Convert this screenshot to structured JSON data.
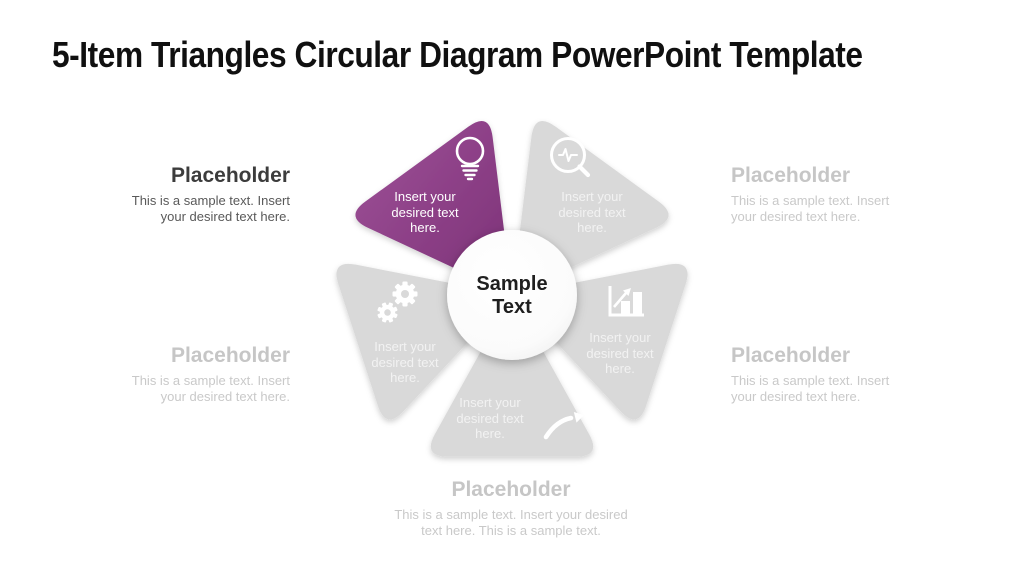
{
  "slide": {
    "title": "5-Item Triangles Circular Diagram PowerPoint Template",
    "background_color": "#ffffff"
  },
  "colors": {
    "accent_purple": "#8a3d85",
    "petal_gray": "#d9d9d9",
    "circle_fill": "#fcfcfc",
    "title_text": "#101010",
    "heading_dark": "#3c3c3c",
    "body_dark": "#595959",
    "muted_text": "#c6c6c6",
    "petal_label_text": "#ffffff"
  },
  "diagram": {
    "center_label": "Sample\nText",
    "petals": [
      {
        "position": "top-left",
        "color": "#8a3d85",
        "icon": "lightbulb-icon",
        "label": "Insert your\ndesired text\nhere."
      },
      {
        "position": "top-right",
        "color": "#d9d9d9",
        "icon": "search-pulse-icon",
        "label": "Insert your\ndesired text\nhere."
      },
      {
        "position": "bottom-right",
        "color": "#d9d9d9",
        "icon": "growth-chart-icon",
        "label": "Insert your\ndesired text\nhere."
      },
      {
        "position": "bottom",
        "color": "#d9d9d9",
        "icon": "curved-arrow-icon",
        "label": "Insert your\ndesired text\nhere."
      },
      {
        "position": "bottom-left",
        "color": "#d9d9d9",
        "icon": "gears-icon",
        "label": "Insert your\ndesired text\nhere."
      }
    ]
  },
  "placeholders": [
    {
      "position": "left-top",
      "style": "dark",
      "title": "Placeholder",
      "body": "This is a sample text. Insert\nyour desired text here."
    },
    {
      "position": "right-top",
      "style": "muted",
      "title": "Placeholder",
      "body": "This is a sample text. Insert\nyour desired text here."
    },
    {
      "position": "left-bottom",
      "style": "muted",
      "title": "Placeholder",
      "body": "This is a sample text. Insert\nyour desired text here."
    },
    {
      "position": "right-bottom",
      "style": "muted",
      "title": "Placeholder",
      "body": "This is a sample text. Insert\nyour desired text here."
    },
    {
      "position": "bottom-center",
      "style": "muted",
      "title": "Placeholder",
      "body": "This is a sample text. Insert your desired\ntext here. This is a sample text."
    }
  ]
}
